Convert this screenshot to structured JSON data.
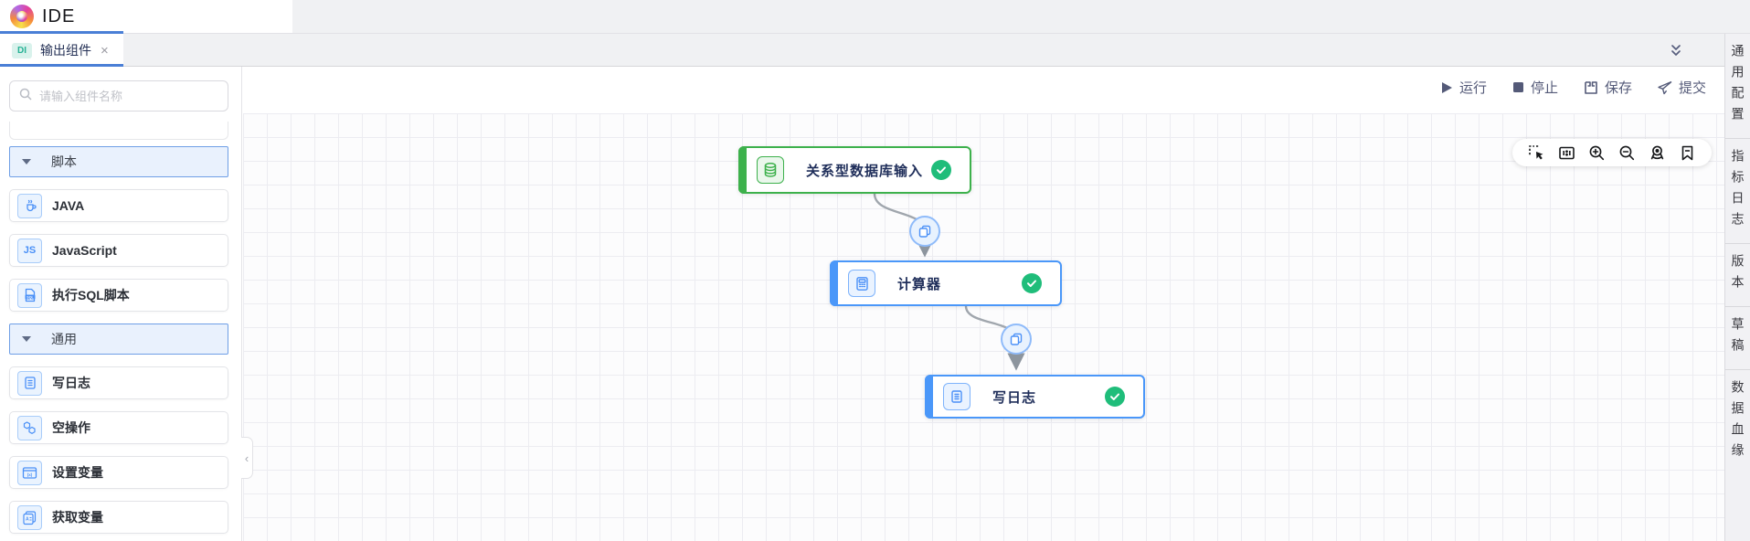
{
  "header": {
    "app_title": "IDE",
    "logo_icon": "app-logo-swirl"
  },
  "tab_bar": {
    "active_tab": {
      "badge": "DI",
      "label": "输出组件",
      "close_icon": "×"
    },
    "collapse_icon": "double-chevron-down"
  },
  "actions": {
    "run": {
      "label": "运行",
      "icon": "play-icon"
    },
    "stop": {
      "label": "停止",
      "icon": "stop-icon"
    },
    "save": {
      "label": "保存",
      "icon": "save-icon"
    },
    "submit": {
      "label": "提交",
      "icon": "paper-plane-icon"
    }
  },
  "sidebar": {
    "search": {
      "placeholder": "请输入组件名称",
      "icon": "search-icon"
    },
    "sections": [
      {
        "label": "脚本",
        "collapse_icon": "caret-down",
        "items": [
          {
            "label": "JAVA",
            "icon": "java-icon"
          },
          {
            "label": "JavaScript",
            "icon": "js-icon",
            "glyph": "JS"
          },
          {
            "label": "执行SQL脚本",
            "icon": "sql-file-icon",
            "glyph": "SQL"
          }
        ]
      },
      {
        "label": "通用",
        "collapse_icon": "caret-down",
        "items": [
          {
            "label": "写日志",
            "icon": "write-log-icon"
          },
          {
            "label": "空操作",
            "icon": "noop-hexagons-icon"
          },
          {
            "label": "设置变量",
            "icon": "set-variable-icon",
            "glyph": "(x)"
          },
          {
            "label": "获取变量",
            "icon": "get-variable-icon",
            "glyph": "A"
          }
        ]
      }
    ]
  },
  "canvas": {
    "nodes": [
      {
        "label": "关系型数据库输入",
        "icon": "database-icon",
        "accent_color": "#3db14c",
        "status": "success"
      },
      {
        "label": "计算器",
        "icon": "calculator-icon",
        "accent_color": "#4a97f9",
        "status": "success"
      },
      {
        "label": "写日志",
        "icon": "write-log-icon",
        "accent_color": "#4a97f9",
        "status": "success"
      }
    ],
    "edges": [
      {
        "from": "关系型数据库输入",
        "to": "计算器",
        "badge_icon": "copy-icon"
      },
      {
        "from": "计算器",
        "to": "写日志",
        "badge_icon": "copy-icon"
      }
    ],
    "mini_toolbar": [
      "marquee-select",
      "minimap",
      "zoom-in",
      "zoom-out",
      "locate",
      "bookmark"
    ]
  },
  "right_panel": {
    "tabs": [
      "通用配置",
      "指标日志",
      "版本",
      "草稿",
      "数据血缘"
    ]
  },
  "colors": {
    "accent_blue": "#4a7fd6",
    "node_green": "#3db14c",
    "node_blue": "#4a97f9",
    "success_green": "#1fbd7a",
    "di_badge_teal": "#27b295"
  }
}
